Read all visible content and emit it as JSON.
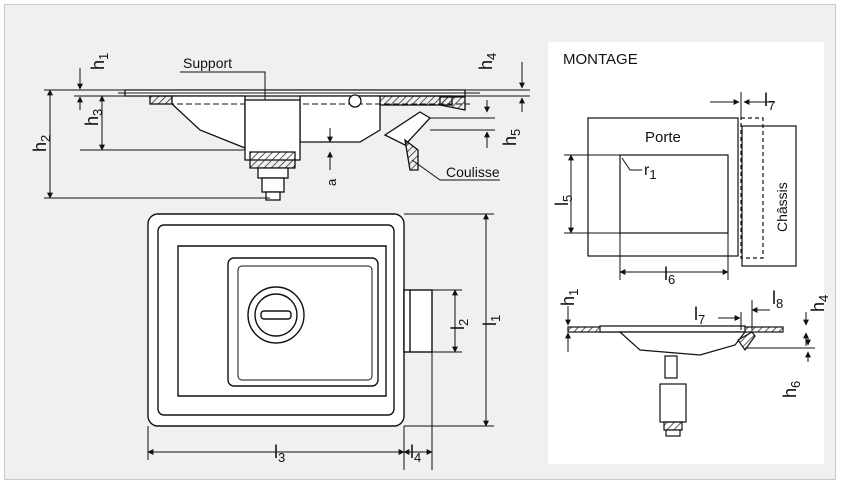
{
  "labels": {
    "support": "Support",
    "coulisse": "Coulisse",
    "montage": "MONTAGE",
    "porte": "Porte",
    "chassis": "Châssis",
    "a": "a"
  },
  "dims": {
    "h_letter": "h",
    "l_letter": "l",
    "r_letter": "r",
    "n1": "1",
    "n2": "2",
    "n3": "3",
    "n4": "4",
    "n5": "5",
    "n6": "6",
    "n7": "7",
    "n8": "8"
  },
  "colors": {
    "panel": "#f0f0f0",
    "line": "#1a1a1a",
    "hatch": "#7a7a7a",
    "part_fill": "#ffffff"
  }
}
